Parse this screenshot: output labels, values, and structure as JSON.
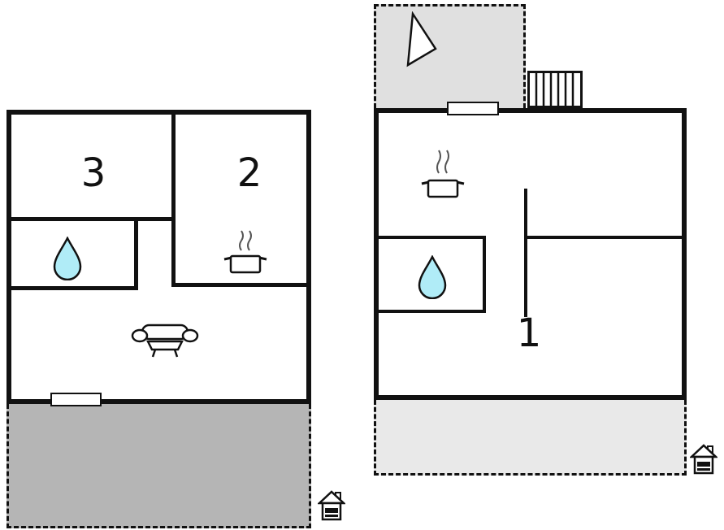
{
  "title": "two-unit-floor-plan",
  "units": {
    "left": {
      "rooms": [
        {
          "label": "3"
        },
        {
          "label": "2"
        }
      ],
      "features": [
        "water-drop",
        "cooking-pot",
        "sofa",
        "entrance-door",
        "terrace",
        "house-marker"
      ]
    },
    "right": {
      "rooms": [
        {
          "label": "1"
        }
      ],
      "features": [
        "cooking-pot",
        "water-drop",
        "stairs",
        "north-arrow",
        "entrance-door",
        "terrace",
        "house-marker"
      ]
    }
  },
  "colors": {
    "wall": "#111111",
    "water": "#b0ecf7",
    "terrace_dark": "#b5b5b5",
    "terrace_light": "#e9e9e9",
    "upper_area": "#e0e0e0",
    "background": "#ffffff"
  }
}
